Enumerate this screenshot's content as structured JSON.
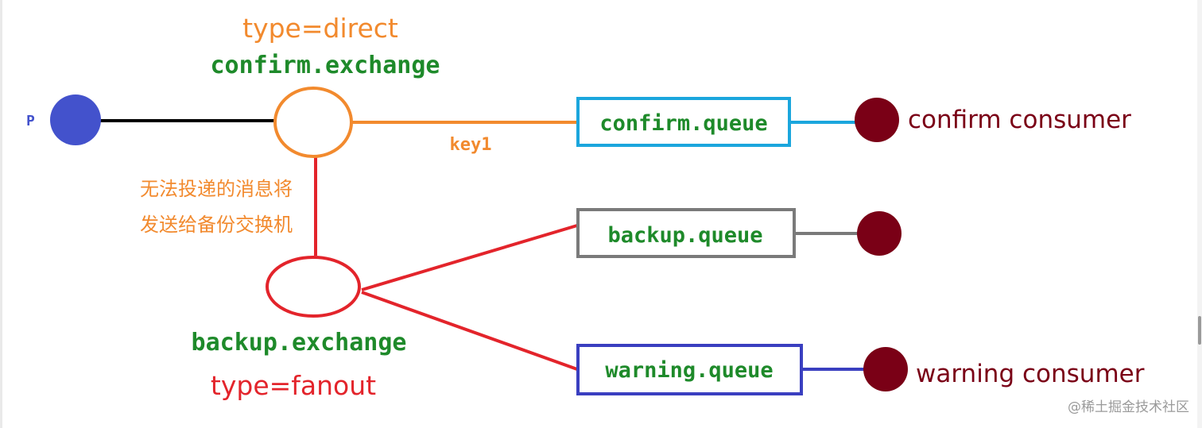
{
  "producer": {
    "label": "P"
  },
  "confirm_exchange": {
    "type_label": "type=direct",
    "name": "confirm.exchange"
  },
  "routing": {
    "key_label": "key1"
  },
  "note": {
    "line1": "无法投递的消息将",
    "line2": "发送给备份交换机"
  },
  "backup_exchange": {
    "name": "backup.exchange",
    "type_label": "type=fanout"
  },
  "queues": {
    "confirm": "confirm.queue",
    "backup": "backup.queue",
    "warning": "warning.queue"
  },
  "consumers": {
    "confirm": "confirm consumer",
    "warning": "warning consumer"
  },
  "watermark": "@稀土掘金技术社区",
  "colors": {
    "producer": "#4352cc",
    "confirm_exchange": "#f28a2e",
    "backup_exchange": "#e3242b",
    "confirm_queue_border": "#1ba6dd",
    "backup_queue_border": "#7a7a7a",
    "warning_queue_border": "#3a3fc0",
    "consumer": "#7a0016",
    "queue_text": "#1e8a2a"
  }
}
